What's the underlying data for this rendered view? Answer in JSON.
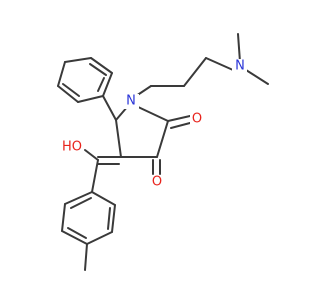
{
  "molecule": {
    "atoms": {
      "n_amine": "N",
      "n_ring": "N",
      "o_ketone_2": "O",
      "o_ketone_3": "O",
      "o_hydroxyl": "HO"
    },
    "colors": {
      "bond": "#3a3a3a",
      "oxygen": "#e8231c",
      "nitrogen": "#2a35d8",
      "background": "#ffffff"
    }
  }
}
